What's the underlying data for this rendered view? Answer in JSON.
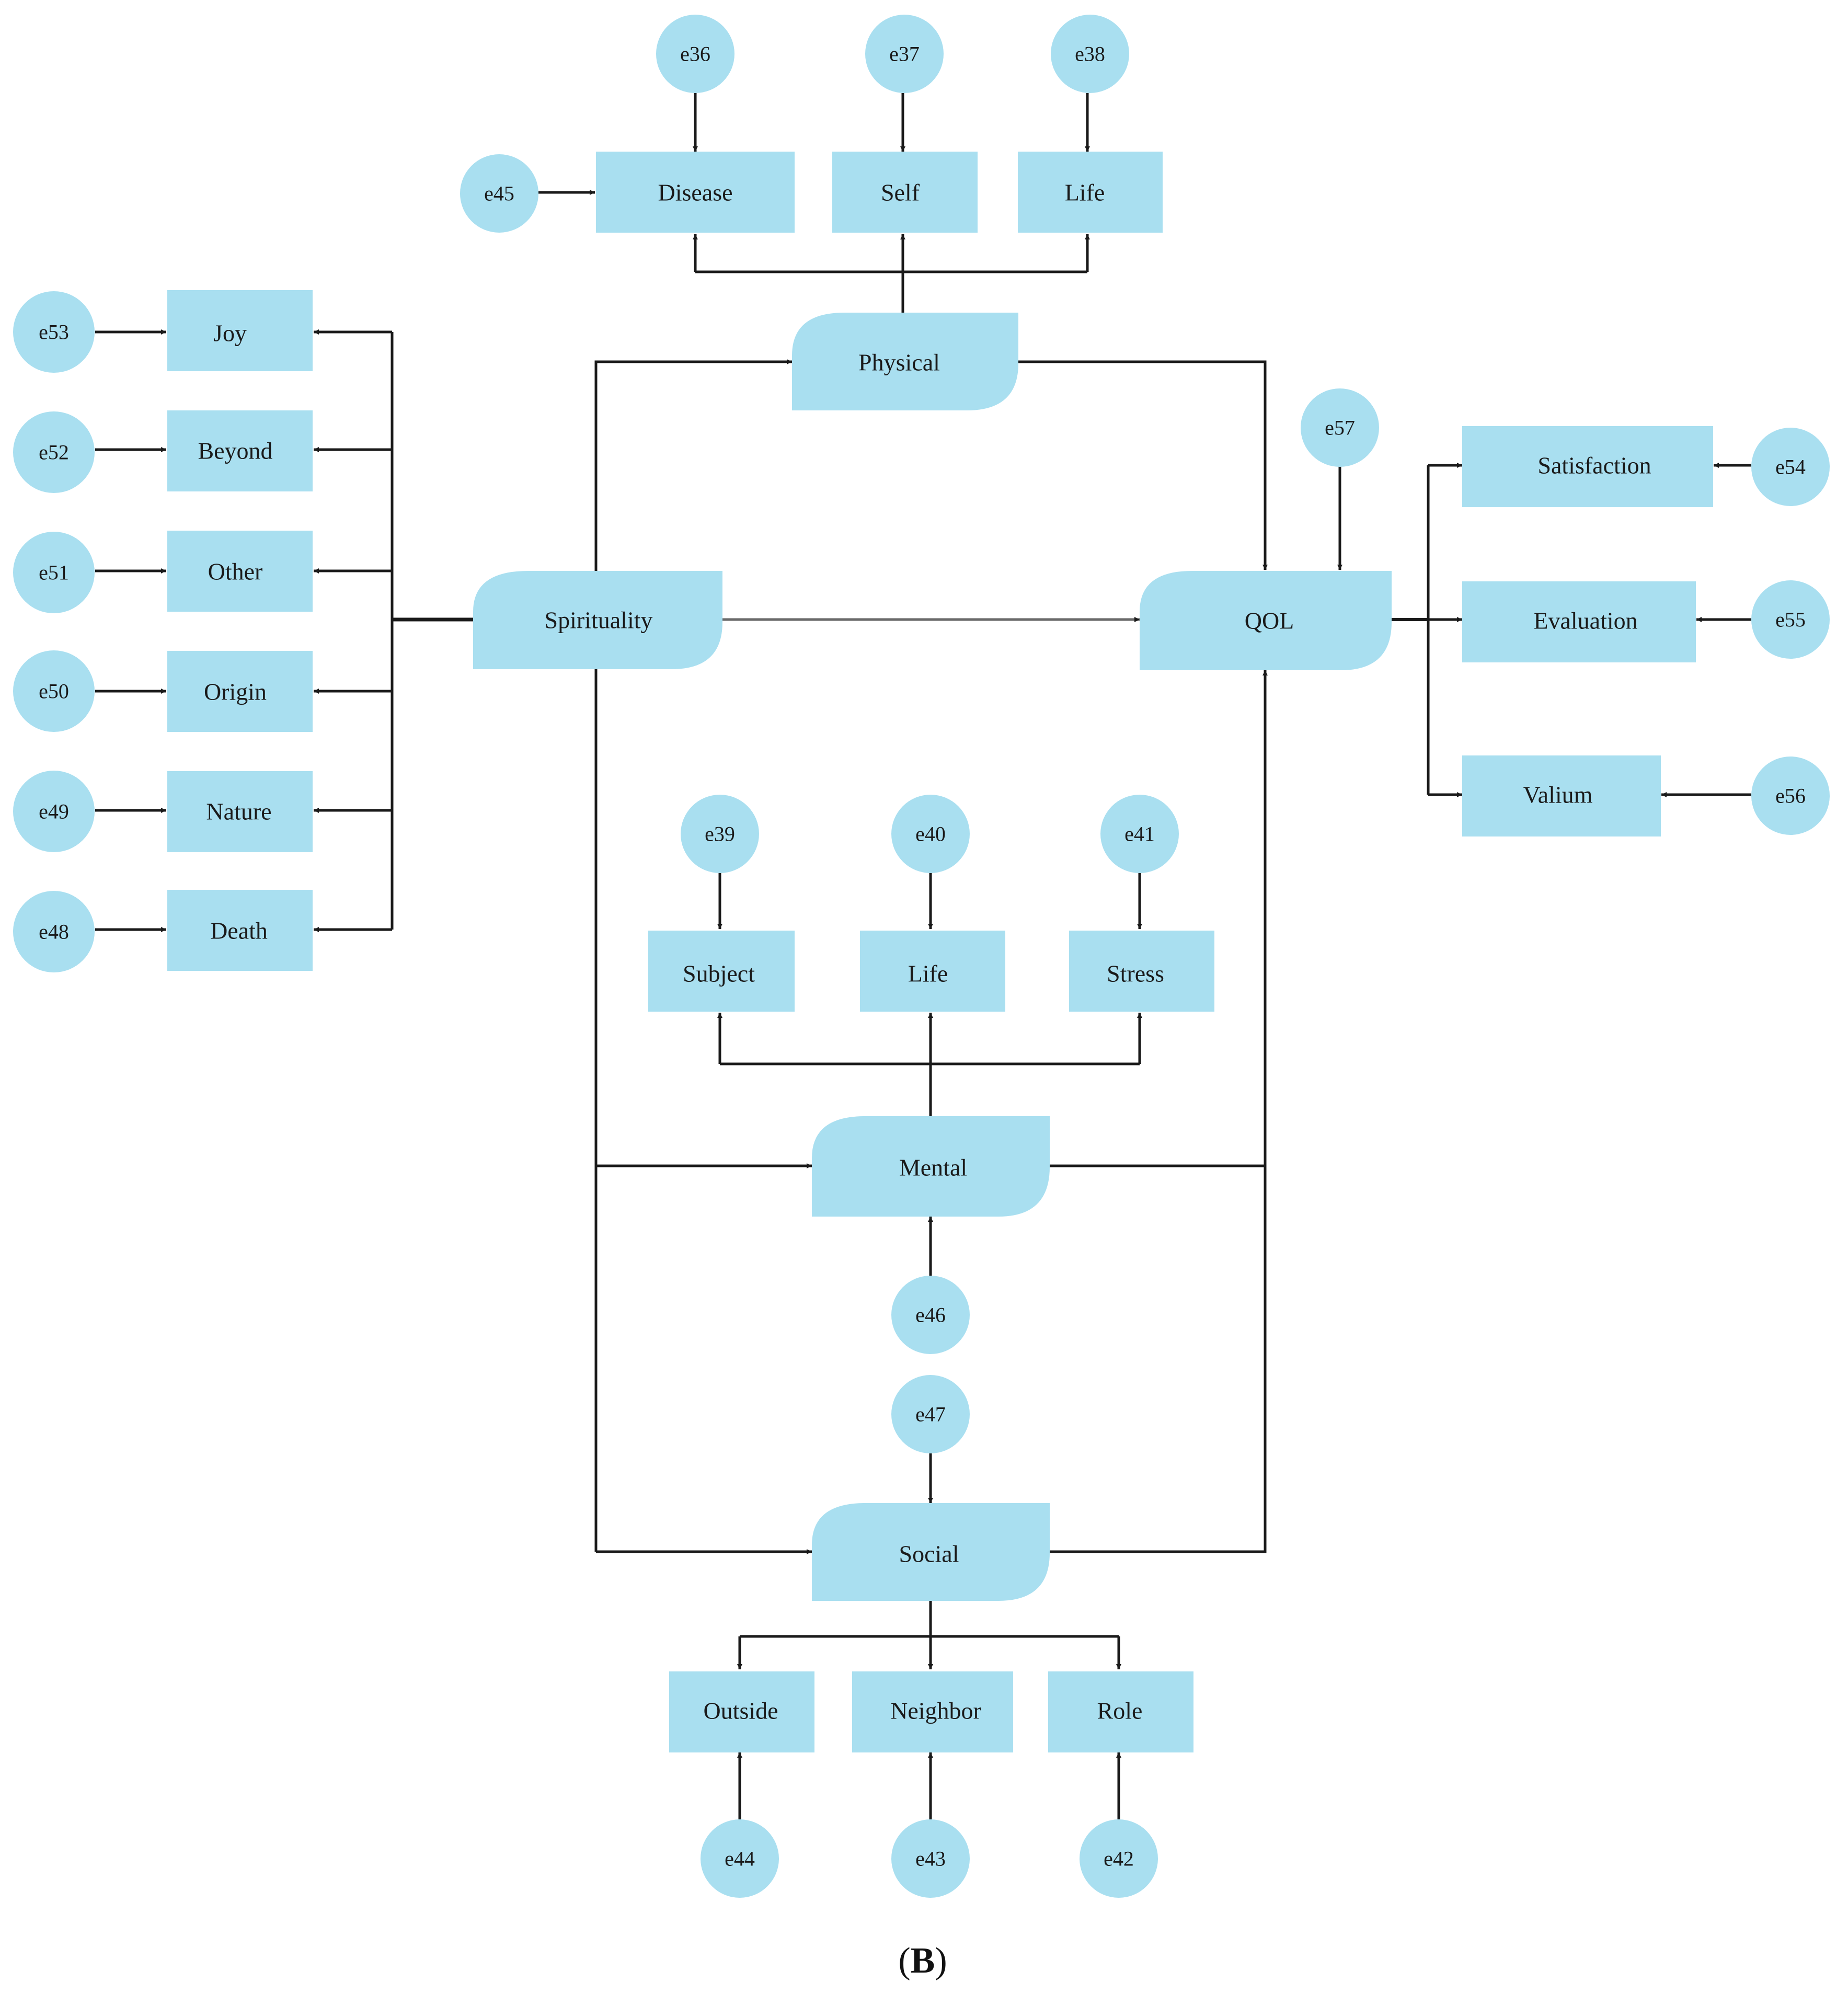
{
  "colors": {
    "node_fill": "#a9dff0",
    "line": "#1a1a1a",
    "text": "#1a1a1a"
  },
  "latent": {
    "spirituality": "Spirituality",
    "physical": "Physical",
    "qol": "QOL",
    "mental": "Mental",
    "social": "Social"
  },
  "observed": {
    "disease": "Disease",
    "self": "Self",
    "life_physical": "Life",
    "joy": "Joy",
    "beyond": "Beyond",
    "other": "Other",
    "origin": "Origin",
    "nature": "Nature",
    "death": "Death",
    "satisfaction": "Satisfaction",
    "evaluation": "Evaluation",
    "valium": "Valium",
    "subject": "Subject",
    "life_mental": "Life",
    "stress": "Stress",
    "outside": "Outside",
    "neighbor": "Neighbor",
    "role": "Role"
  },
  "errors": {
    "e36": "e36",
    "e37": "e37",
    "e38": "e38",
    "e39": "e39",
    "e40": "e40",
    "e41": "e41",
    "e42": "e42",
    "e43": "e43",
    "e44": "e44",
    "e45": "e45",
    "e46": "e46",
    "e47": "e47",
    "e48": "e48",
    "e49": "e49",
    "e50": "e50",
    "e51": "e51",
    "e52": "e52",
    "e53": "e53",
    "e54": "e54",
    "e55": "e55",
    "e56": "e56",
    "e57": "e57"
  },
  "caption": {
    "open": "(",
    "letter": "B",
    "close": ")"
  }
}
